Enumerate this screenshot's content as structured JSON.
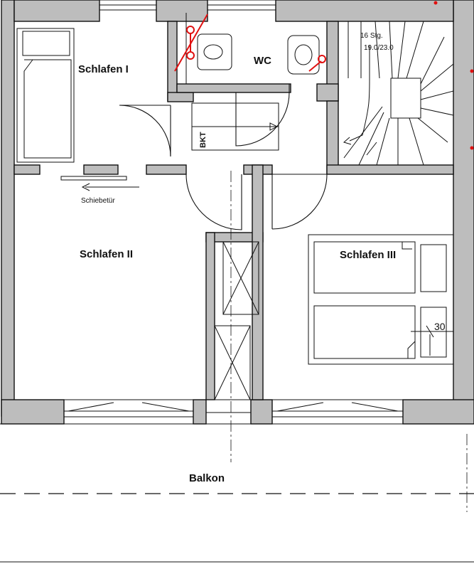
{
  "rooms": {
    "schlafen1": "Schlafen I",
    "wc": "WC",
    "schlafen2": "Schlafen II",
    "schlafen3": "Schlafen III",
    "balkon": "Balkon"
  },
  "annotations": {
    "schiebetuer": "Schiebetür",
    "bkt": "BKT",
    "stairs_count": "16 Stg.",
    "stairs_ratio": "19.0/23.0",
    "dimension": "30"
  },
  "colors": {
    "wall_fill": "#bdbdbd",
    "line": "#111111",
    "plumbing": "#e01010"
  }
}
